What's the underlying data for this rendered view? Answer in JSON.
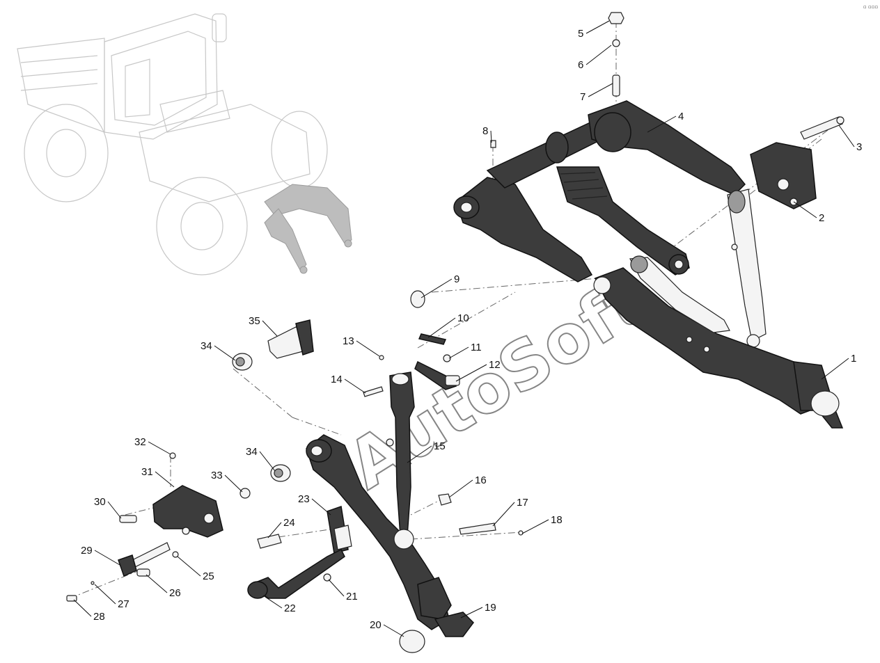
{
  "watermark": "AutoSoft",
  "corner_mark": "▫ ▫▫▫",
  "callouts": [
    "1",
    "2",
    "3",
    "4",
    "5",
    "6",
    "7",
    "8",
    "9",
    "10",
    "11",
    "12",
    "13",
    "14",
    "15",
    "16",
    "17",
    "18",
    "19",
    "20",
    "21",
    "22",
    "23",
    "24",
    "25",
    "26",
    "27",
    "28",
    "29",
    "30",
    "31",
    "32",
    "33",
    "34",
    "34",
    "35"
  ]
}
